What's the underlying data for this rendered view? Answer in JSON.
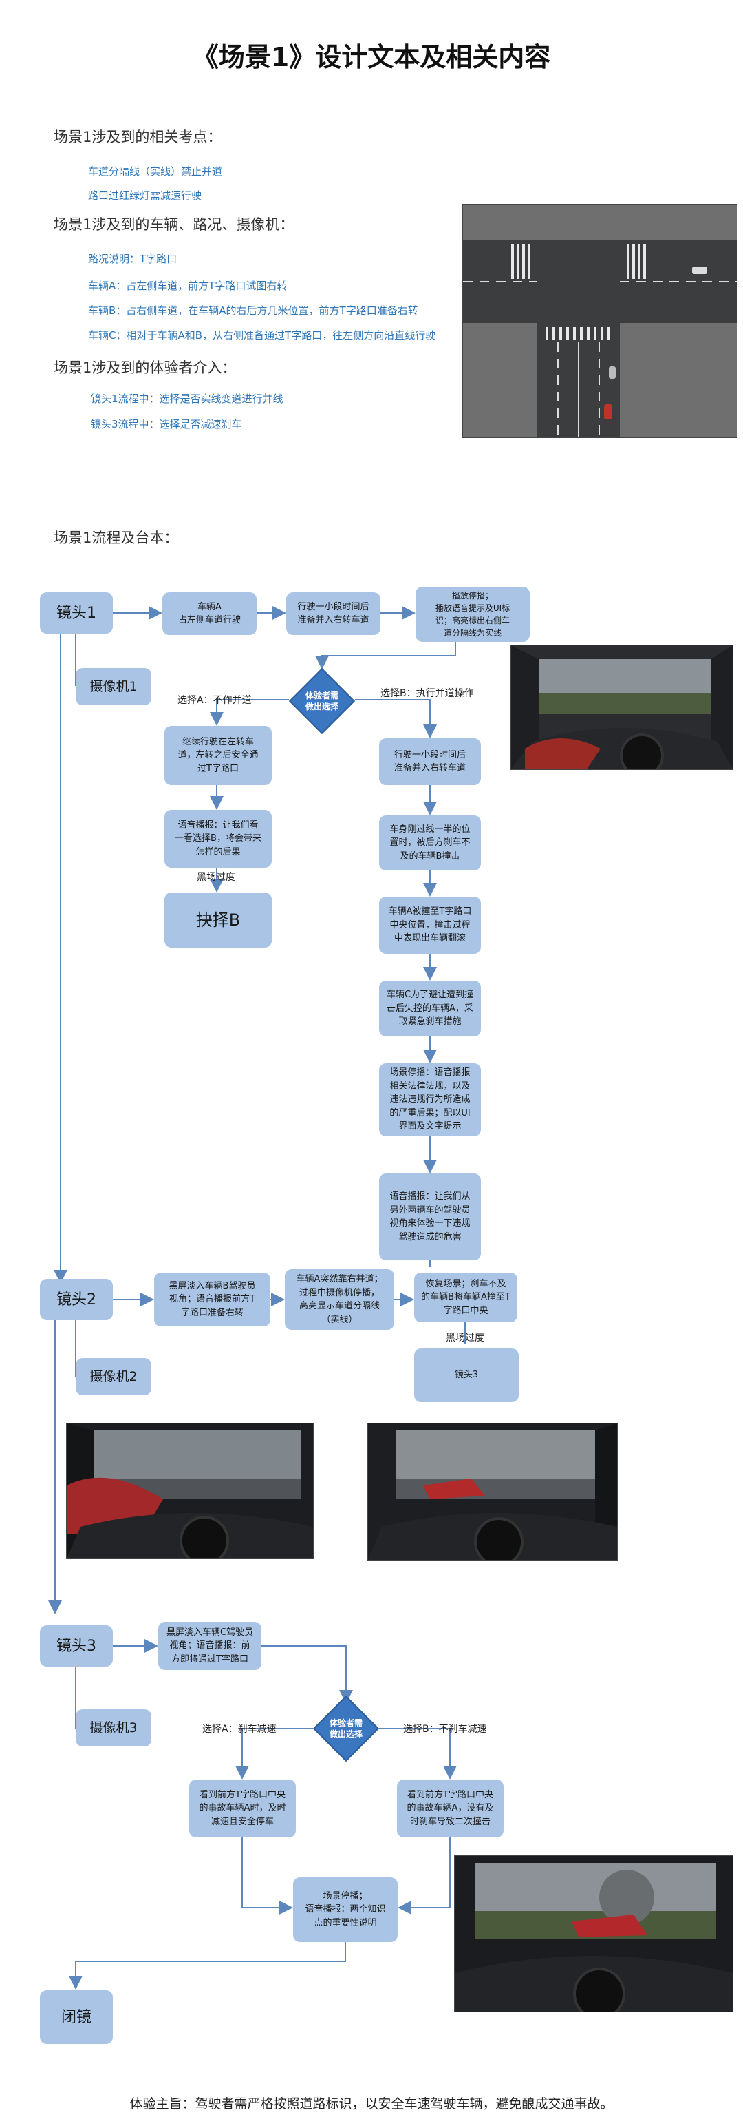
{
  "title": "《场景1》设计文本及相关内容",
  "section1": {
    "heading": "场景1涉及到的相关考点：",
    "items": [
      "车道分隔线（实线）禁止并道",
      "路口过红绿灯需减速行驶"
    ]
  },
  "section2": {
    "heading": "场景1涉及到的车辆、路况、摄像机：",
    "items": [
      "路况说明：T字路口",
      "车辆A：占左侧车道，前方T字路口试图右转",
      "车辆B：占右侧车道，在车辆A的右后方几米位置，前方T字路口准备右转",
      "车辆C：相对于车辆A和B，从右侧准备通过T字路口，往左侧方向沿直线行驶"
    ]
  },
  "section3": {
    "heading": "场景1涉及到的体验者介入：",
    "items": [
      "镜头1流程中：选择是否实线变道进行并线",
      "镜头3流程中：选择是否减速刹车"
    ]
  },
  "flow_heading": "场景1流程及台本：",
  "flow": {
    "shot1": "镜头1",
    "cam1": "摄像机1",
    "s1a": "车辆A\n占左侧车道行驶",
    "s1b": "行驶一小段时间后\n准备并入右转车道",
    "s1c": "播放停播；\n播放语音提示及UI标\n识；高亮标出右侧车\n道分隔线为实线",
    "d1": "体验者需\n做出选择",
    "choiceA1": "选择A：不作并道",
    "choiceB1": "选择B：执行并道操作",
    "a1": "继续行驶在左转车\n道，左转之后安全通\n过T字路口",
    "a2": "语音播报：让我们看\n一看选择B，将会带来\n怎样的后果",
    "fade1": "黑场过度",
    "chooseB": "抉择B",
    "b1": "行驶一小段时间后\n准备并入右转车道",
    "b2": "车身刚过线一半的位\n置时，被后方刹车不\n及的车辆B撞击",
    "b3": "车辆A被撞至T字路口\n中央位置，撞击过程\n中表现出车辆翻滚",
    "b4": "车辆C为了避让遭到撞\n击后失控的车辆A，采\n取紧急刹车措施",
    "b5": "场景停播：语音播报\n相关法律法规，以及\n违法违规行为所造成\n的严重后果；配以UI\n界面及文字提示",
    "b6": "语音播报：让我们从\n另外两辆车的驾驶员\n视角来体验一下违规\n驾驶造成的危害",
    "shot2": "镜头2",
    "cam2": "摄像机2",
    "s2a": "黑屏淡入车辆B驾驶员\n视角；语音播报前方T\n字路口准备右转",
    "s2b": "车辆A突然靠右并道；\n过程中摄像机停播，\n高亮显示车道分隔线\n（实线）",
    "s2c": "恢复场景；刹车不及\n的车辆B将车辆A撞至T\n字路口中央",
    "fade2": "黑场过度",
    "shot3box": "镜头3",
    "shot3": "镜头3",
    "cam3": "摄像机3",
    "s3a": "黑屏淡入车辆C驾驶员\n视角；语音播报：前\n方即将通过T字路口",
    "d2": "体验者需\n做出选择",
    "choiceA3": "选择A：刹车减速",
    "choiceB3": "选择B：不刹车减速",
    "c1": "看到前方T字路口中央\n的事故车辆A时，及时\n减速且安全停车",
    "c2": "看到前方T字路口中央\n的事故车辆A，没有及\n时刹车导致二次撞击",
    "s3end": "场景停播；\n语音播报：两个知识\n点的重要性说明",
    "close": "闭镜"
  },
  "footer": "体验主旨：驾驶者需严格按照道路标识，以安全车速驾驶车辆，避免酿成交通事故。",
  "colors": {
    "box": "#a9c4e4",
    "diamond": "#3b76c0",
    "arrow": "#5b87bd",
    "blue_text": "#2e75b6"
  }
}
